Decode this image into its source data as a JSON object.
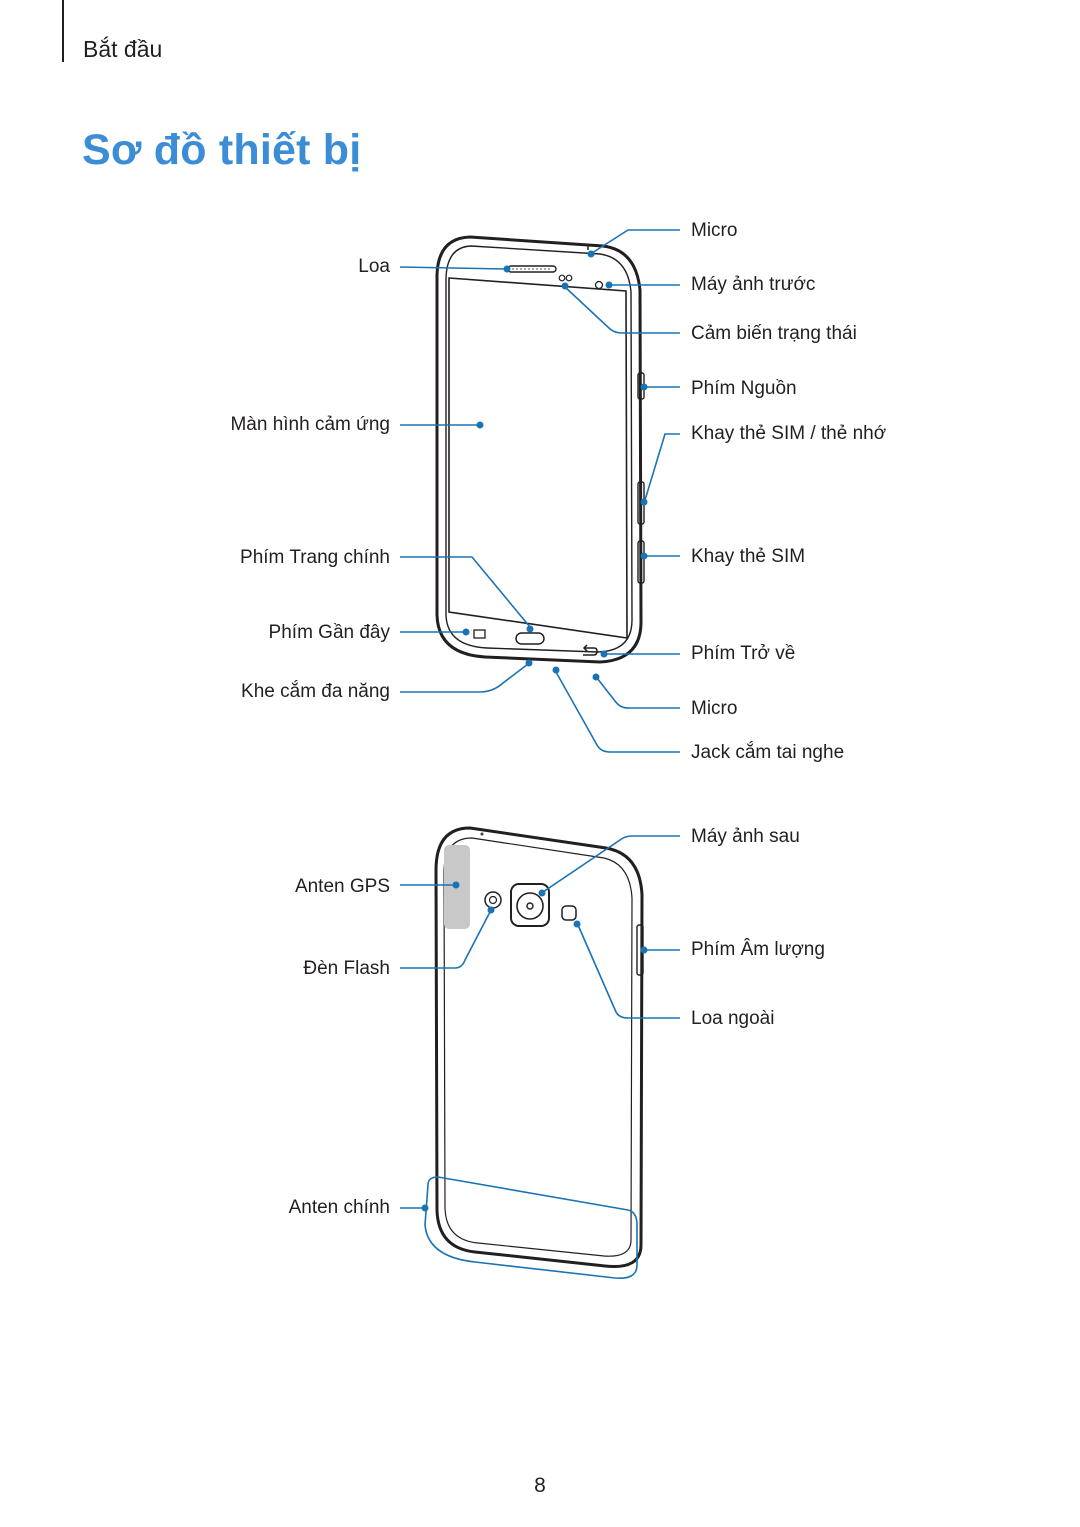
{
  "header": {
    "section": "Bắt đầu"
  },
  "page": {
    "title": "Sơ đồ thiết bị",
    "number": "8"
  },
  "front_labels": {
    "left": {
      "speaker": "Loa",
      "touchscreen": "Màn hình cảm ứng",
      "home_key": "Phím Trang chính",
      "recent_key": "Phím Gần đây",
      "multipurpose_jack": "Khe cắm đa năng"
    },
    "right": {
      "mic_top": "Micro",
      "front_camera": "Máy ảnh trước",
      "proximity_sensor": "Cảm biến trạng thái",
      "power_key": "Phím Nguồn",
      "sim_memory_tray": "Khay thẻ SIM / thẻ nhớ",
      "sim_tray": "Khay thẻ SIM",
      "back_key": "Phím Trở về",
      "mic_bottom": "Micro",
      "earphone_jack": "Jack cắm tai nghe"
    }
  },
  "back_labels": {
    "left": {
      "gps_antenna": "Anten GPS",
      "flash": "Đèn Flash",
      "main_antenna": "Anten chính"
    },
    "right": {
      "rear_camera": "Máy ảnh sau",
      "volume_key": "Phím Âm lượng",
      "loudspeaker": "Loa ngoài"
    }
  },
  "colors": {
    "title": "#3b8ed6",
    "callout": "#1a73b5",
    "outline": "#231f20",
    "gps_patch": "#c8c8c8"
  }
}
